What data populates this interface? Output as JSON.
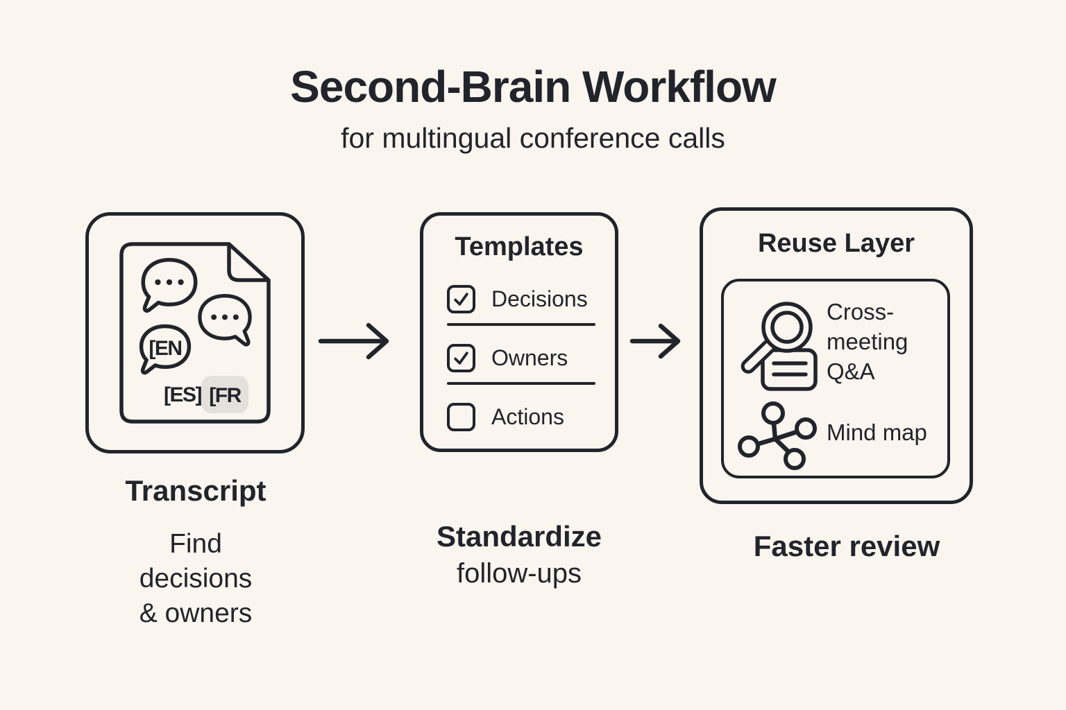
{
  "header": {
    "title": "Second-Brain Workflow",
    "subtitle": "for multingual conference calls"
  },
  "colors": {
    "background": "#faf5ee",
    "ink": "#21242b",
    "badge": "#e4e1dd"
  },
  "transcript": {
    "doc_labels": {
      "en": "[EN",
      "es": "[ES]",
      "fr": "[FR"
    },
    "label": "Transcript",
    "caption_lines": [
      "Find",
      "decisions",
      "& owners"
    ]
  },
  "templates": {
    "title": "Templates",
    "items": [
      {
        "label": "Decisions",
        "checked": true
      },
      {
        "label": "Owners",
        "checked": true
      },
      {
        "label": "Actions",
        "checked": false
      }
    ],
    "caption_bold": "Standardize",
    "caption_regular": "follow-ups"
  },
  "reuse": {
    "title": "Reuse Layer",
    "items": [
      {
        "icon": "search-document-icon",
        "label_lines": [
          "Cross-",
          "meeting",
          "Q&A"
        ]
      },
      {
        "icon": "mind-map-icon",
        "label_lines": [
          "Mind map"
        ]
      }
    ],
    "caption": "Faster review"
  }
}
